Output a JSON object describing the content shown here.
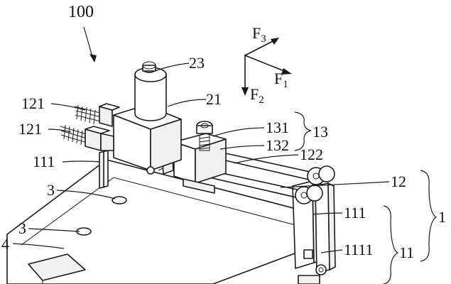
{
  "figure_number": "100",
  "forces": {
    "f3": {
      "letter": "F",
      "sub": "3"
    },
    "f1": {
      "letter": "F",
      "sub": "1"
    },
    "f2": {
      "letter": "F",
      "sub": "2"
    }
  },
  "labels": {
    "l23": "23",
    "l21": "21",
    "l121a": "121",
    "l121b": "121",
    "l111a": "111",
    "l3a": "3",
    "l3b": "3",
    "l4": "4",
    "l131": "131",
    "l132": "132",
    "l13": "13",
    "l122": "122",
    "l12": "12",
    "l111b": "111",
    "l1111": "1111",
    "l11": "11",
    "l1": "1"
  }
}
